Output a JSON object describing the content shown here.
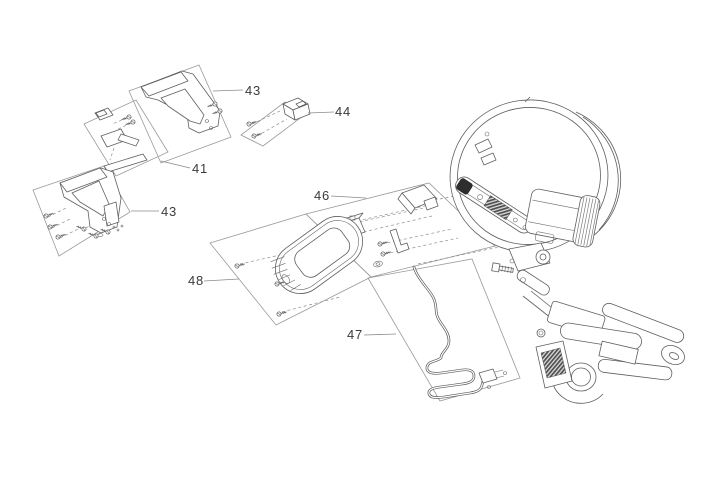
{
  "diagram": {
    "kind": "exploded-parts-diagram",
    "background": "#ffffff",
    "line_color": "#5f5f5f",
    "box_line_color": "#9a9a9a",
    "label_color": "#3b3b3b"
  },
  "callouts": [
    {
      "id": "callout-43-upper",
      "label": "43"
    },
    {
      "id": "callout-44",
      "label": "44"
    },
    {
      "id": "callout-41",
      "label": "41"
    },
    {
      "id": "callout-43-lower",
      "label": "43"
    },
    {
      "id": "callout-46",
      "label": "46"
    },
    {
      "id": "callout-48",
      "label": "48"
    },
    {
      "id": "callout-47",
      "label": "47"
    }
  ]
}
